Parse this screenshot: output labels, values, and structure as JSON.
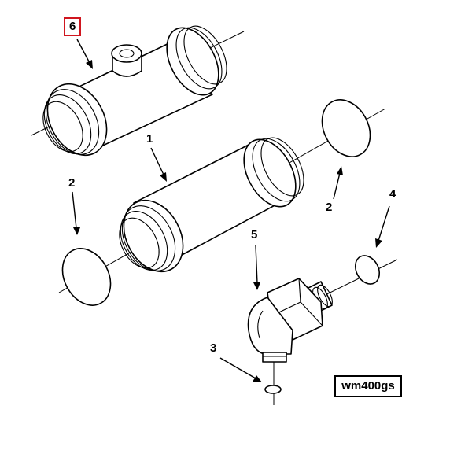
{
  "diagram": {
    "callouts": [
      {
        "id": "label-6",
        "text": "6",
        "boxed": true,
        "box_color": "#d0161f"
      },
      {
        "id": "label-1",
        "text": "1"
      },
      {
        "id": "label-2-left",
        "text": "2"
      },
      {
        "id": "label-2-right",
        "text": "2"
      },
      {
        "id": "label-4",
        "text": "4"
      },
      {
        "id": "label-5",
        "text": "5"
      },
      {
        "id": "label-3",
        "text": "3"
      }
    ],
    "figure_id": "wm400gs"
  }
}
